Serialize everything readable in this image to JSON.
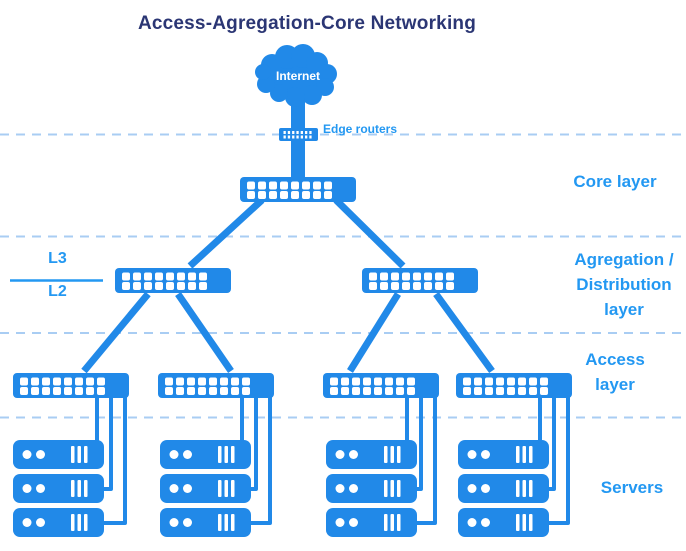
{
  "title": "Access-Agregation-Core Networking",
  "internet": {
    "label": "Internet"
  },
  "edge_routers": {
    "label": "Edge routers"
  },
  "annotations": {
    "l3": "L3",
    "l2": "L2"
  },
  "layer_labels": {
    "core": "Core layer",
    "aggregation_lines": [
      "Agregation /",
      "Distribution",
      "layer"
    ],
    "access_lines": [
      "Access",
      "layer"
    ],
    "servers": "Servers"
  },
  "colors": {
    "device_blue": "#2189E8",
    "label_blue": "#2398F2",
    "title_navy": "#2B3674",
    "divider_dash_blue": "#A9CDF3",
    "background": "#FFFFFF"
  }
}
